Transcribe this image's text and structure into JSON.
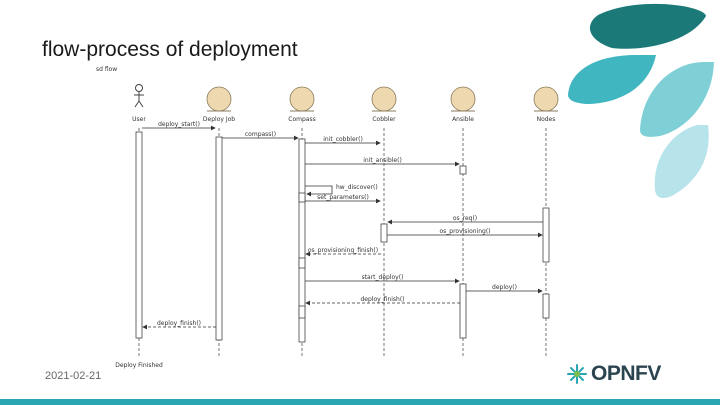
{
  "slide": {
    "title": "flow-process of deployment",
    "date": "2021-02-21"
  },
  "logo": {
    "text": "OPNFV"
  },
  "diagram": {
    "top_label": "sd flow",
    "actors": [
      {
        "id": "user",
        "label": "User",
        "kind": "stick"
      },
      {
        "id": "deployjob",
        "label": "Deploy Job",
        "kind": "head"
      },
      {
        "id": "compass",
        "label": "Compass",
        "kind": "head"
      },
      {
        "id": "cobbler",
        "label": "Cobbler",
        "kind": "head"
      },
      {
        "id": "ansible",
        "label": "Ansible",
        "kind": "head"
      },
      {
        "id": "nodes",
        "label": "Nodes",
        "kind": "head"
      }
    ],
    "messages": [
      {
        "from": "user",
        "to": "deployjob",
        "label": "deploy_start()",
        "order": 1,
        "dashed": false
      },
      {
        "from": "deployjob",
        "to": "compass",
        "label": "compass()",
        "order": 2,
        "dashed": false
      },
      {
        "from": "compass",
        "to": "cobbler",
        "label": "init_cobbler()",
        "order": 3,
        "dashed": false
      },
      {
        "from": "compass",
        "to": "ansible",
        "label": "init_ansible()",
        "order": 4,
        "dashed": false
      },
      {
        "from": "compass",
        "to": "compass",
        "label": "hw_discover()",
        "order": 5,
        "dashed": false
      },
      {
        "from": "compass",
        "to": "cobbler",
        "label": "set_parameters()",
        "order": 6,
        "dashed": false
      },
      {
        "from": "nodes",
        "to": "cobbler",
        "label": "os_req()",
        "order": 7,
        "dashed": false
      },
      {
        "from": "cobbler",
        "to": "nodes",
        "label": "os_provisioning()",
        "order": 8,
        "dashed": false
      },
      {
        "from": "cobbler",
        "to": "compass",
        "label": "os_provisioning_finish()",
        "order": 9,
        "dashed": true
      },
      {
        "from": "compass",
        "to": "ansible",
        "label": "start_deploy()",
        "order": 10,
        "dashed": false
      },
      {
        "from": "ansible",
        "to": "nodes",
        "label": "deploy()",
        "order": 11,
        "dashed": false
      },
      {
        "from": "ansible",
        "to": "compass",
        "label": "deploy_finish()",
        "order": 12,
        "dashed": true
      },
      {
        "from": "deployjob",
        "to": "user",
        "label": "deploy_finish()",
        "order": 13,
        "dashed": true
      }
    ],
    "bottom_label": "Deploy Finished"
  },
  "colors": {
    "leaf_dark": "#1b7a78",
    "leaf_mid": "#3fb6c0",
    "leaf_light": "#7fd0d6",
    "leaf_pale": "#b7e3ea",
    "accent_bar": "#2aa6b3",
    "logo_text": "#2b4450",
    "actor_head": "#eed8b0"
  }
}
